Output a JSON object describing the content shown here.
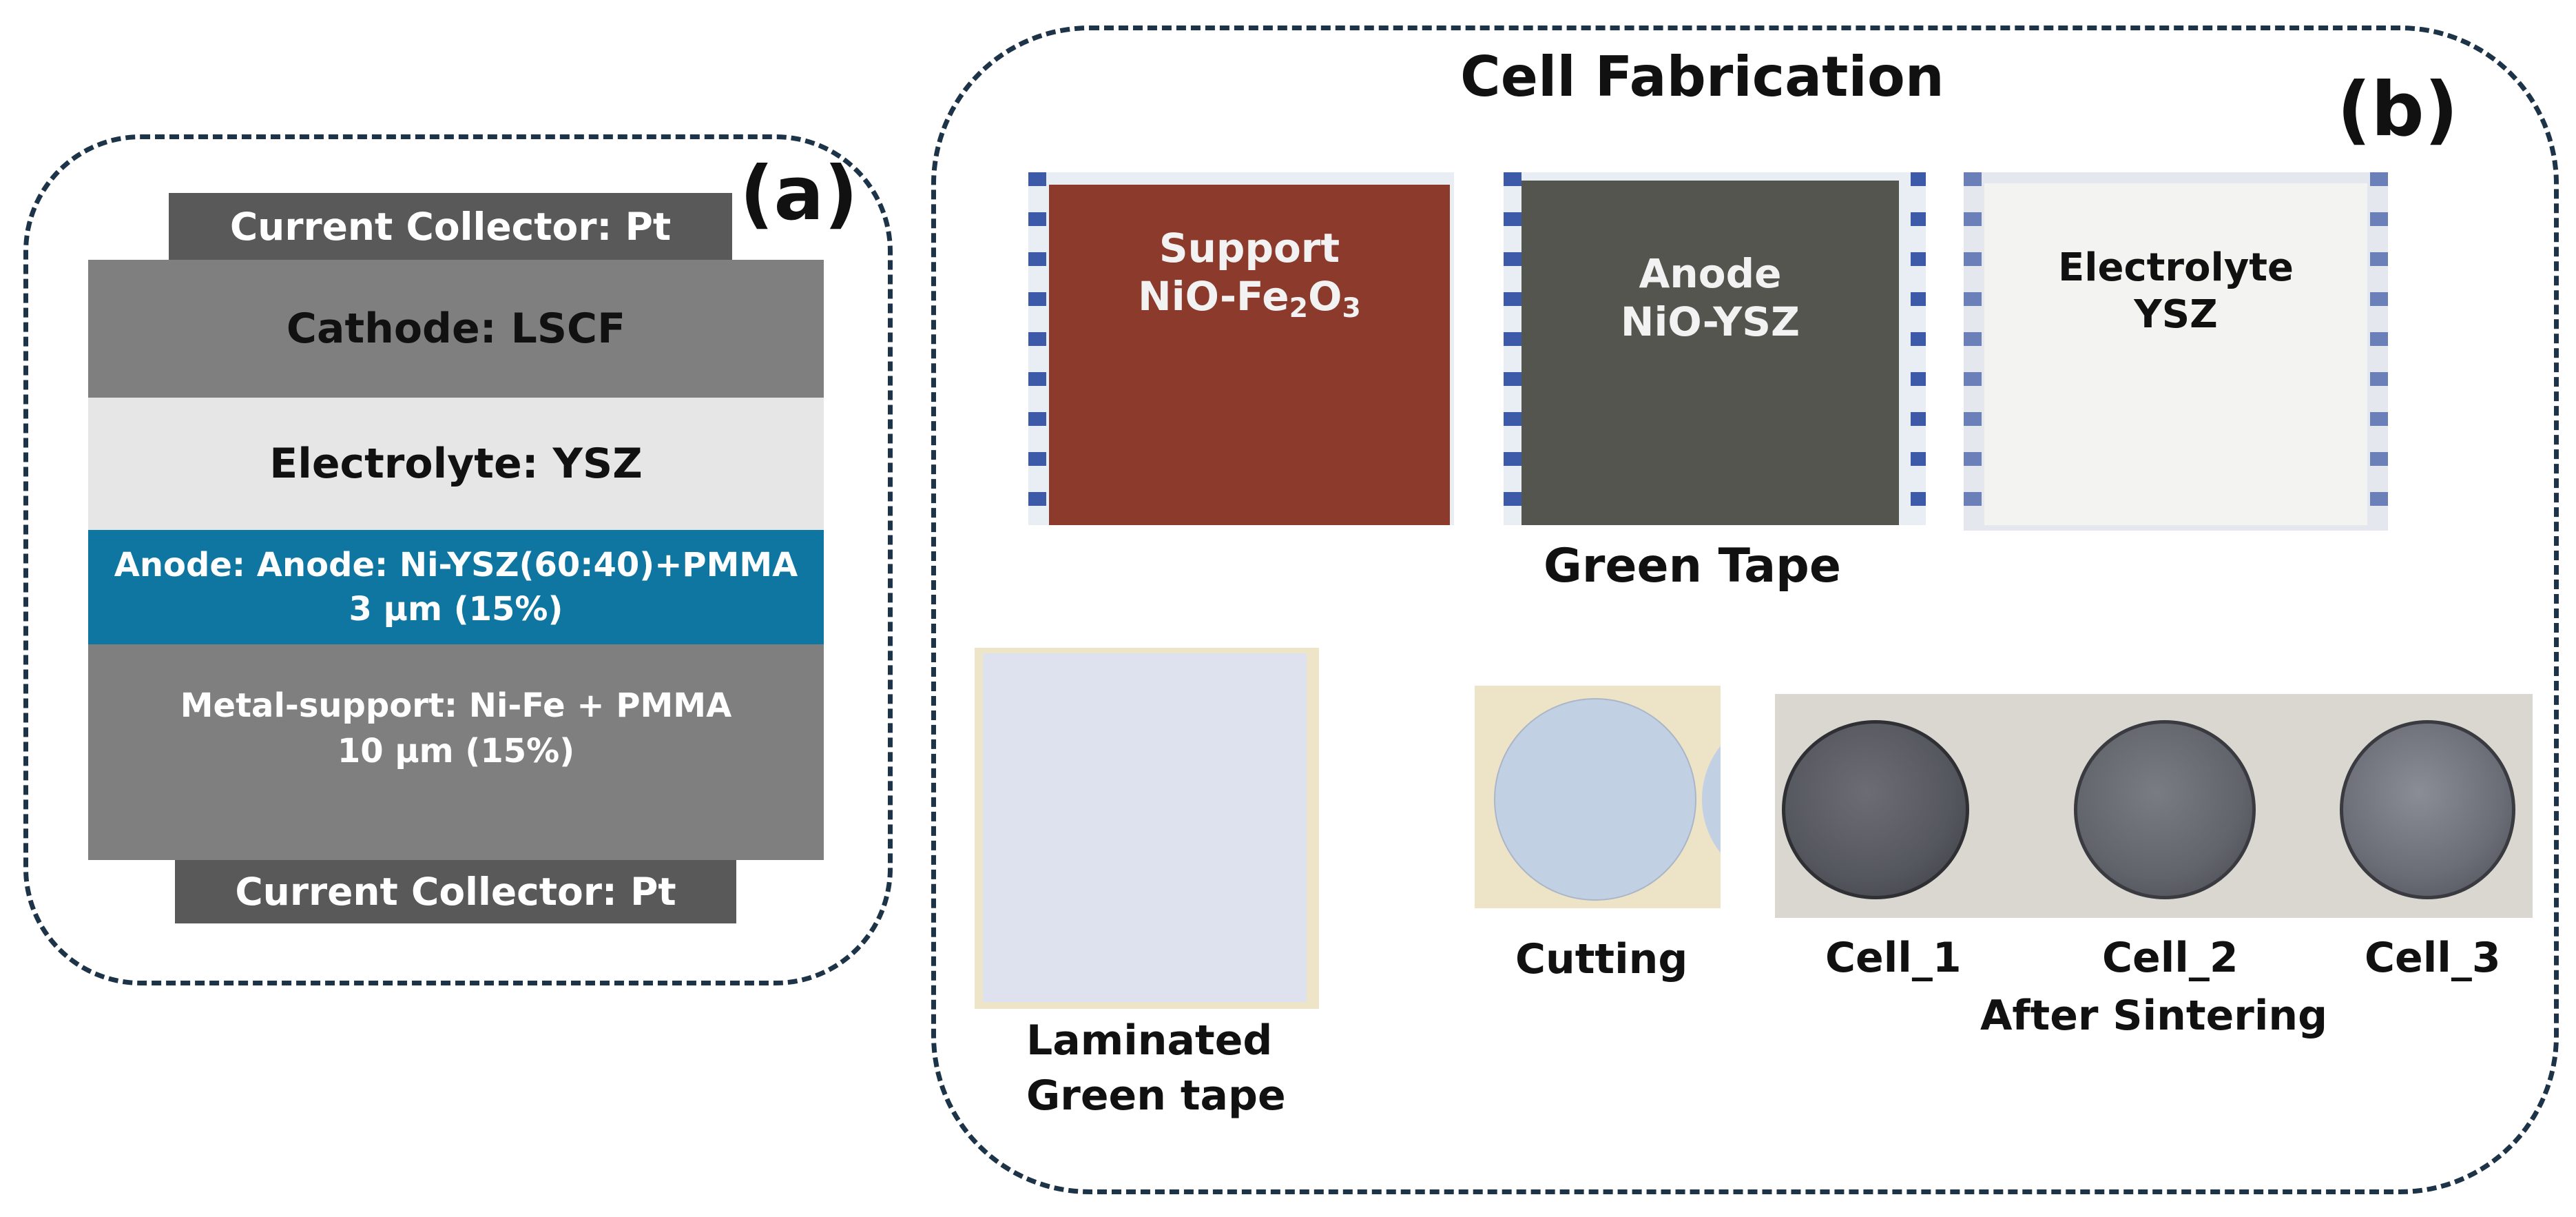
{
  "panel_a": {
    "label": "(a)",
    "top_collector": "Current Collector: Pt",
    "cathode": "Cathode: LSCF",
    "electrolyte": "Electrolyte: YSZ",
    "anode_line1": "Anode: Anode: Ni-YSZ(60:40)+PMMA",
    "anode_line2": "3 μm (15%)",
    "support_line1": "Metal-support: Ni-Fe + PMMA",
    "support_line2": "10 μm (15%)",
    "bottom_collector": "Current Collector: Pt",
    "colors": {
      "collector": "#595959",
      "cathode": "#7f7f7f",
      "electrolyte": "#e6e6e6",
      "anode": "#0e76a0",
      "support": "#7f7f7f"
    }
  },
  "panel_b": {
    "label": "(b)",
    "title": "Cell Fabrication",
    "support_tape_line1": "Support",
    "support_tape_line2_prefix": "NiO-Fe",
    "support_tape_sub1": "2",
    "support_tape_mid": "O",
    "support_tape_sub2": "3",
    "anode_tape_line1": "Anode",
    "anode_tape_line2": "NiO-YSZ",
    "electrolyte_tape_line1": "Electrolyte",
    "electrolyte_tape_line2": "YSZ",
    "green_tape_caption": "Green Tape",
    "laminated_line1": "Laminated",
    "laminated_line2": "Green tape",
    "cutting_caption": "Cutting",
    "cell1": "Cell_1",
    "cell2": "Cell_2",
    "cell3": "Cell_3",
    "after_sintering": "After Sintering",
    "colors": {
      "support_tape": "#8b3a2c",
      "anode_tape": "#55554f",
      "electrolyte_tape": "#f3f3f1",
      "laminated": "#dde2ee",
      "disk": "#c2d0e4",
      "cell": "#55575f"
    }
  }
}
